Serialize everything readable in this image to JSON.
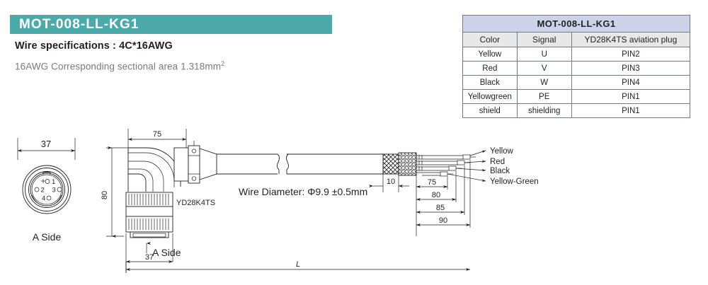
{
  "header": {
    "title": "MOT-008-LL-KG1",
    "title_bar_color": "#4cabaa",
    "spec_line_1": "Wire specifications : 4C*16AWG",
    "spec_line_2_main": "16AWG Corresponding sectional area 1.318mm",
    "spec_line_2_sup": "2"
  },
  "pinout_table": {
    "title": "MOT-008-LL-KG1",
    "title_bg": "#ccd3e8",
    "header_bg": "#e8e8e8",
    "columns": [
      "Color",
      "Signal",
      "YD28K4TS aviation plug"
    ],
    "rows": [
      [
        "Yellow",
        "U",
        "PIN2"
      ],
      [
        "Red",
        "V",
        "PIN3"
      ],
      [
        "Black",
        "W",
        "PIN4"
      ],
      [
        "Yellowgreen",
        "PE",
        "PIN1"
      ],
      [
        "shield",
        "shielding",
        "PIN1"
      ]
    ]
  },
  "drawing": {
    "a_side_view": {
      "width_dim": "37",
      "caption": "A  Side",
      "pins": [
        "1",
        "2",
        "3",
        "4"
      ]
    },
    "side_view": {
      "horizontal_dim_top": "75",
      "vertical_dim_left": "80",
      "connector_label": "YD28K4TS",
      "a_side_caption": "A  Side",
      "connector_width_dim": "37",
      "wire_diameter_note": "Wire Diameter: Φ9.9  ±0.5mm",
      "overall_length_dim": "L",
      "braid_dim": "10",
      "breakout_dims": [
        "75",
        "80",
        "85",
        "90"
      ],
      "wire_labels": [
        "Yellow",
        "Red",
        "Black",
        "Yellow-Green"
      ]
    }
  }
}
